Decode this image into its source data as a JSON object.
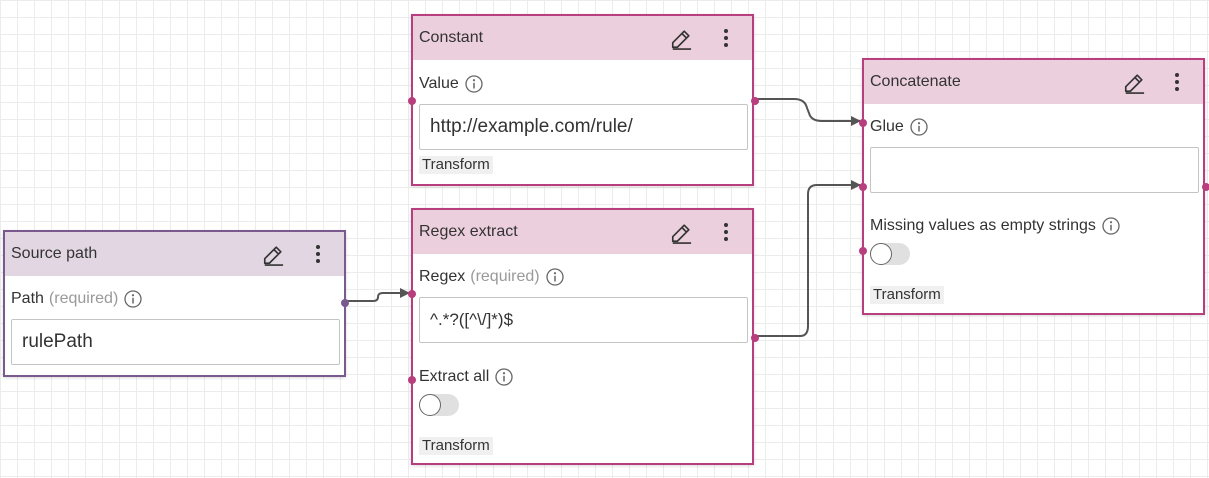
{
  "colors": {
    "transform_border": "#b83e7e",
    "transform_header": "#eccfdd",
    "source_border": "#7a5a8e",
    "source_header": "#e2d6e2",
    "wire": "#555555"
  },
  "icons": {
    "edit": "pencil-icon",
    "menu": "more-vert-icon",
    "info": "info-icon"
  },
  "nodes": {
    "source_path": {
      "title": "Source path",
      "path_label": "Path",
      "path_required": "(required)",
      "path_value": "rulePath"
    },
    "constant": {
      "title": "Constant",
      "value_label": "Value",
      "value": "http://example.com/rule/",
      "transform": "Transform"
    },
    "regex_extract": {
      "title": "Regex extract",
      "regex_label": "Regex",
      "regex_required": "(required)",
      "regex_value": "^.*?([^\\/]*)$",
      "extract_all_label": "Extract all",
      "extract_all": false,
      "transform": "Transform"
    },
    "concatenate": {
      "title": "Concatenate",
      "glue_label": "Glue",
      "glue_value": "",
      "missing_label": "Missing values as empty strings",
      "missing_values": false,
      "transform": "Transform"
    }
  }
}
